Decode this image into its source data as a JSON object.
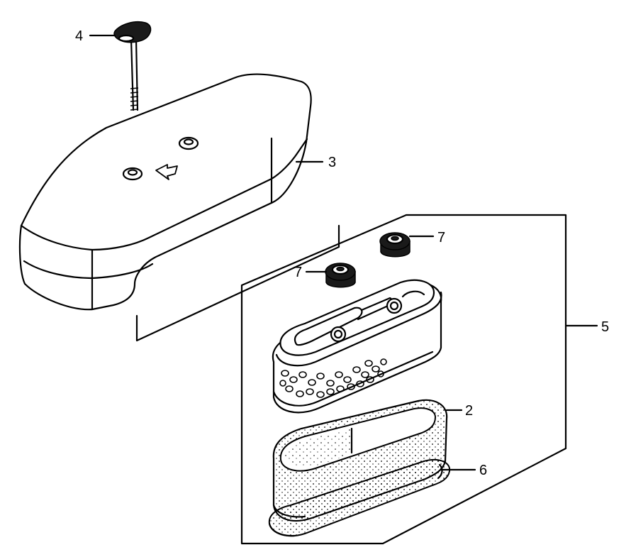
{
  "diagram": {
    "callouts": [
      {
        "id": "cap-bolt",
        "number": "4"
      },
      {
        "id": "cover",
        "number": "3"
      },
      {
        "id": "grommet-front",
        "number": "7"
      },
      {
        "id": "grommet-back",
        "number": "7"
      },
      {
        "id": "assembly",
        "number": "5"
      },
      {
        "id": "foam-element",
        "number": "2"
      },
      {
        "id": "base-gasket",
        "number": "6"
      }
    ]
  }
}
